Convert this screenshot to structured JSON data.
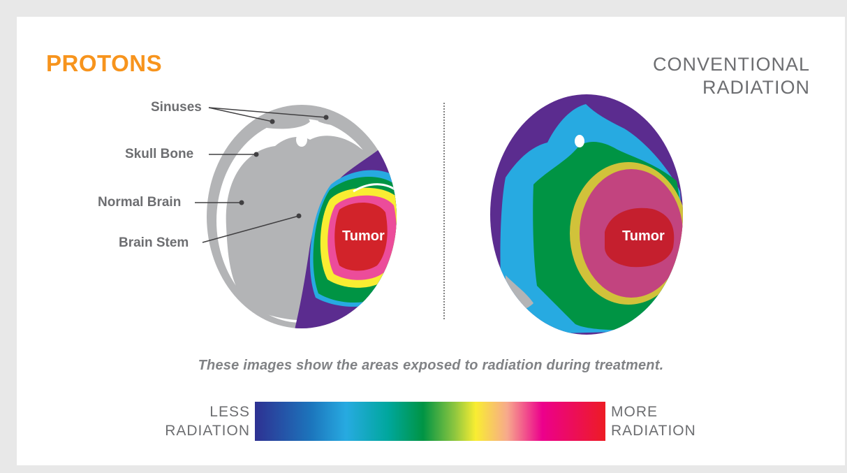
{
  "titles": {
    "left": "PROTONS",
    "right_line1": "CONVENTIONAL",
    "right_line2": "RADIATION"
  },
  "labels": {
    "sinuses": "Sinuses",
    "skull_bone": "Skull Bone",
    "normal_brain": "Normal Brain",
    "brain_stem": "Brain Stem",
    "tumor_left": "Tumor",
    "tumor_right": "Tumor"
  },
  "caption": "These images show the areas exposed to radiation during treatment.",
  "scale": {
    "less_line1": "LESS",
    "less_line2": "RADIATION",
    "more_line1": "MORE",
    "more_line2": "RADIATION"
  },
  "colors": {
    "protons_title": "#f7941d",
    "grey_text": "#6d6e71",
    "purple": "#5b2c8f",
    "blue": "#27aae1",
    "green": "#009444",
    "yellow": "#f9ed32",
    "pink": "#ec4c9a",
    "red": "#d2232a",
    "brain_grey": "#b3b4b6",
    "skull_grey": "#cfd0d2"
  }
}
